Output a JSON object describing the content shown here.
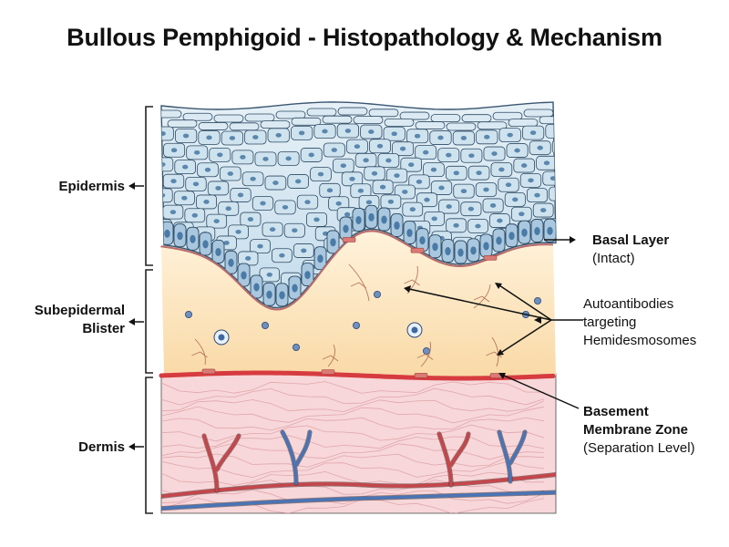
{
  "title": "Bullous Pemphigoid - Histopathology & Mechanism",
  "left_labels": {
    "epidermis": "Epidermis",
    "blister_line1": "Subepidermal",
    "blister_line2": "Blister",
    "dermis": "Dermis"
  },
  "right_labels": {
    "basal_title": "Basal Layer",
    "basal_sub": "(Intact)",
    "auto_line1": "Autoantibodies",
    "auto_line2": "targeting",
    "auto_line3": "Hemidesmosomes",
    "bmz_line1": "Basement",
    "bmz_line2": "Membrane Zone",
    "bmz_sub": "(Separation Level)"
  },
  "colors": {
    "epidermis_top": "#d5e7f2",
    "epidermis_cell_fill": "#cfe3ef",
    "basal_cell_fill": "#a9c8df",
    "cell_outline": "#2d4a63",
    "nucleus": "#5a87ad",
    "blister_fill": "#fbe2b8",
    "basement_membrane": "#d93a3f",
    "dermis_fill": "#f6d3d6",
    "artery": "#c5464b",
    "vein": "#4a74b4"
  }
}
